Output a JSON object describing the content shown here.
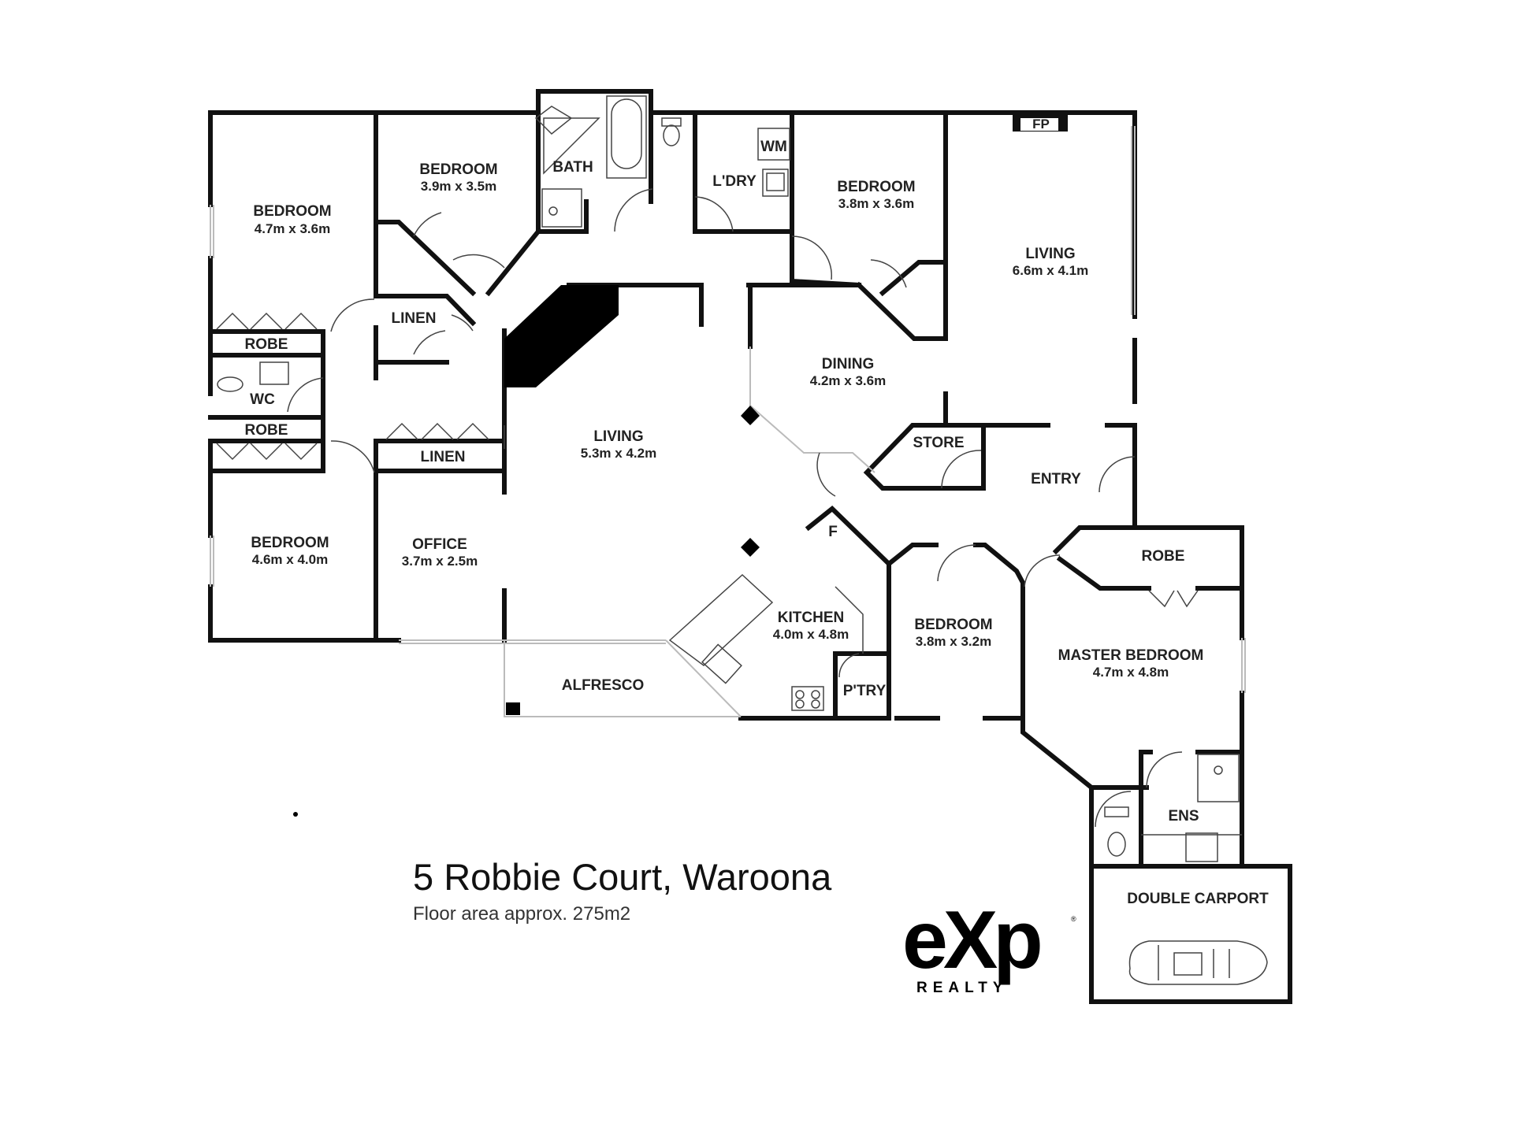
{
  "rooms": {
    "bed_nw": {
      "name": "BEDROOM",
      "dims": "4.7m x 3.6m"
    },
    "bed_n": {
      "name": "BEDROOM",
      "dims": "3.9m x 3.5m"
    },
    "bath": {
      "name": "BATH"
    },
    "laundry": {
      "name": "L'DRY"
    },
    "wm": {
      "name": "WM"
    },
    "bed_ne": {
      "name": "BEDROOM",
      "dims": "3.8m x 3.6m"
    },
    "living_e": {
      "name": "LIVING",
      "dims": "6.6m x 4.1m"
    },
    "fp": {
      "name": "FP"
    },
    "linen_n": {
      "name": "LINEN"
    },
    "robe_1": {
      "name": "ROBE"
    },
    "wc": {
      "name": "WC"
    },
    "robe_2": {
      "name": "ROBE"
    },
    "linen_s": {
      "name": "LINEN"
    },
    "dining": {
      "name": "DINING",
      "dims": "4.2m x 3.6m"
    },
    "living_c": {
      "name": "LIVING",
      "dims": "5.3m x 4.2m"
    },
    "store": {
      "name": "STORE"
    },
    "entry": {
      "name": "ENTRY"
    },
    "bed_sw": {
      "name": "BEDROOM",
      "dims": "4.6m x 4.0m"
    },
    "office": {
      "name": "OFFICE",
      "dims": "3.7m x 2.5m"
    },
    "fridge": {
      "name": "F"
    },
    "kitchen": {
      "name": "KITCHEN",
      "dims": "4.0m x 4.8m"
    },
    "pantry": {
      "name": "P'TRY"
    },
    "bed_s": {
      "name": "BEDROOM",
      "dims": "3.8m x 3.2m"
    },
    "robe_master": {
      "name": "ROBE"
    },
    "master": {
      "name": "MASTER BEDROOM",
      "dims": "4.7m x 4.8m"
    },
    "alfresco": {
      "name": "ALFRESCO"
    },
    "ensuite": {
      "name": "ENS"
    },
    "carport": {
      "name": "DOUBLE CARPORT"
    }
  },
  "address": "5 Robbie Court, Waroona",
  "floor_area": "Floor area approx. 275m2",
  "logo": {
    "main": "eXp",
    "sub": "REALTY",
    "tm": "®"
  }
}
